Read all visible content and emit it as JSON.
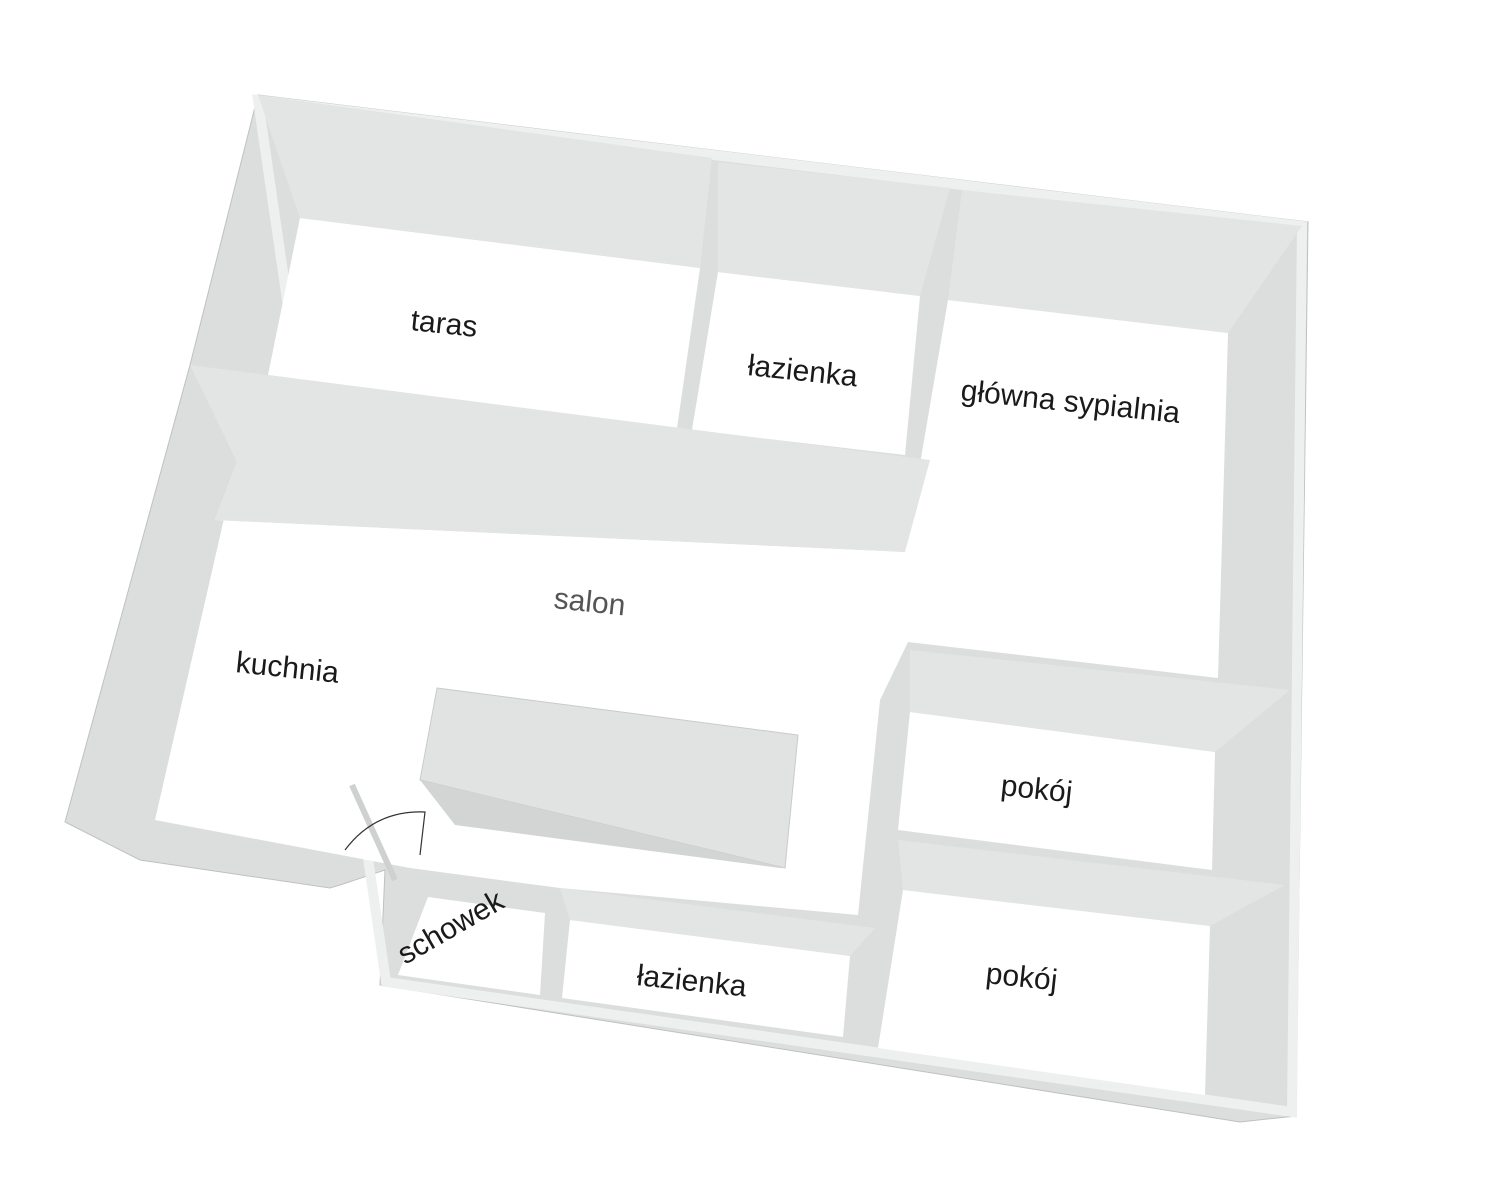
{
  "plan": {
    "rooms": {
      "taras": "taras",
      "lazienka_top": "łazienka",
      "bedroom": "główna sypialnia",
      "salon": "salon",
      "kuchnia": "kuchnia",
      "pokoj1": "pokój",
      "pokoj2": "pokój",
      "lazienka_bottom": "łazienka",
      "schowek": "schowek"
    },
    "colors": {
      "wall_top": "#e7e8e8",
      "wall_face": "#d3d5d5",
      "floor": "#ffffff",
      "text": "#1a1a1a"
    }
  }
}
